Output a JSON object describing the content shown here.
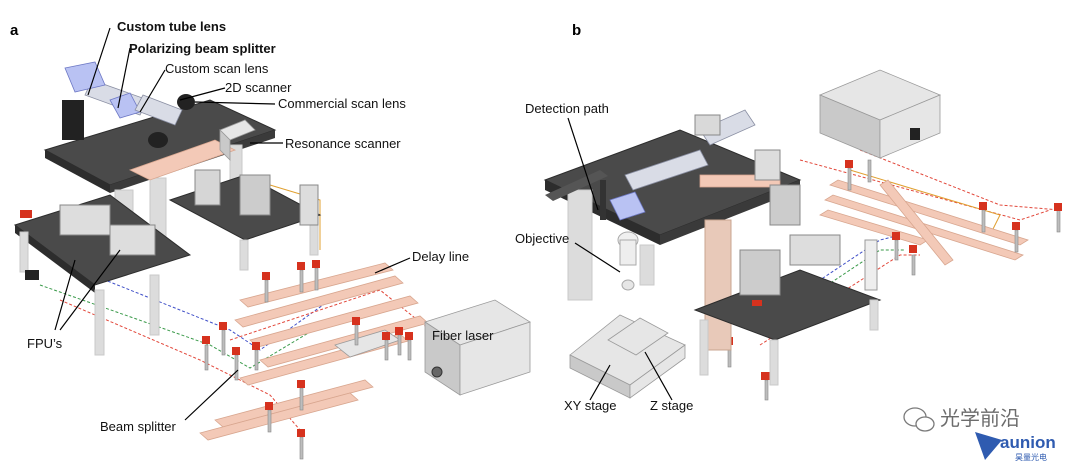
{
  "panel_a": {
    "letter": "a",
    "labels": {
      "custom_tube_lens": "Custom tube lens",
      "polarizing_beam_splitter": "Polarizing beam splitter",
      "custom_scan_lens": "Custom scan lens",
      "scanner_2d": "2D scanner",
      "commercial_scan_lens": "Commercial scan lens",
      "resonance_scanner": "Resonance scanner",
      "delay_line": "Delay line",
      "fiber_laser": "Fiber laser",
      "fpus": "FPU’s",
      "beam_splitter": "Beam splitter"
    }
  },
  "panel_b": {
    "letter": "b",
    "labels": {
      "detection_path": "Detection path",
      "objective": "Objective",
      "xy_stage": "XY stage",
      "z_stage": "Z stage"
    }
  },
  "watermark": {
    "text_cn": "光学前沿",
    "brand": "aunion",
    "brand_cn": "昊量光电"
  },
  "colors": {
    "table": "#4a4a4a",
    "rail": "#f3c9b7",
    "beam_red": "#e2473a",
    "beam_blue": "#4050c8",
    "beam_green": "#3a9a4a",
    "beam_orange": "#e0a030",
    "pbs": "#b9c2f3"
  }
}
